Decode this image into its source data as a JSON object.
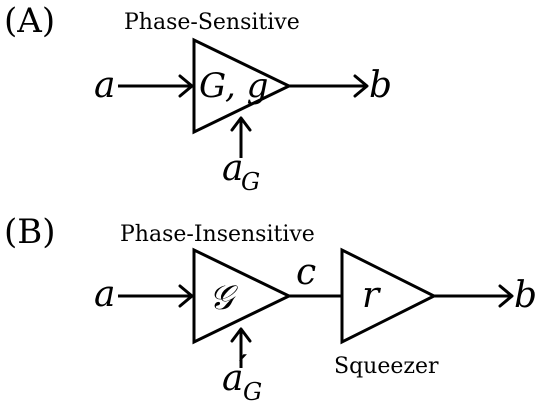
{
  "panel_a": {
    "label": "(A)",
    "caption": "Phase-Sensitive",
    "input_label": "a",
    "output_label": "b",
    "amp_label": "G, g",
    "noise_label_main": "a",
    "noise_label_sub": "G"
  },
  "panel_b": {
    "label": "(B)",
    "caption": "Phase-Insensitive",
    "input_label": "a",
    "output_label": "b",
    "amp_label": "𝒢",
    "intermediate_label": "c",
    "squeezer_symbol": "r",
    "squeezer_caption": "Squeezer",
    "noise_label_main": "a",
    "noise_label_prime": "′",
    "noise_label_sub": "G"
  }
}
